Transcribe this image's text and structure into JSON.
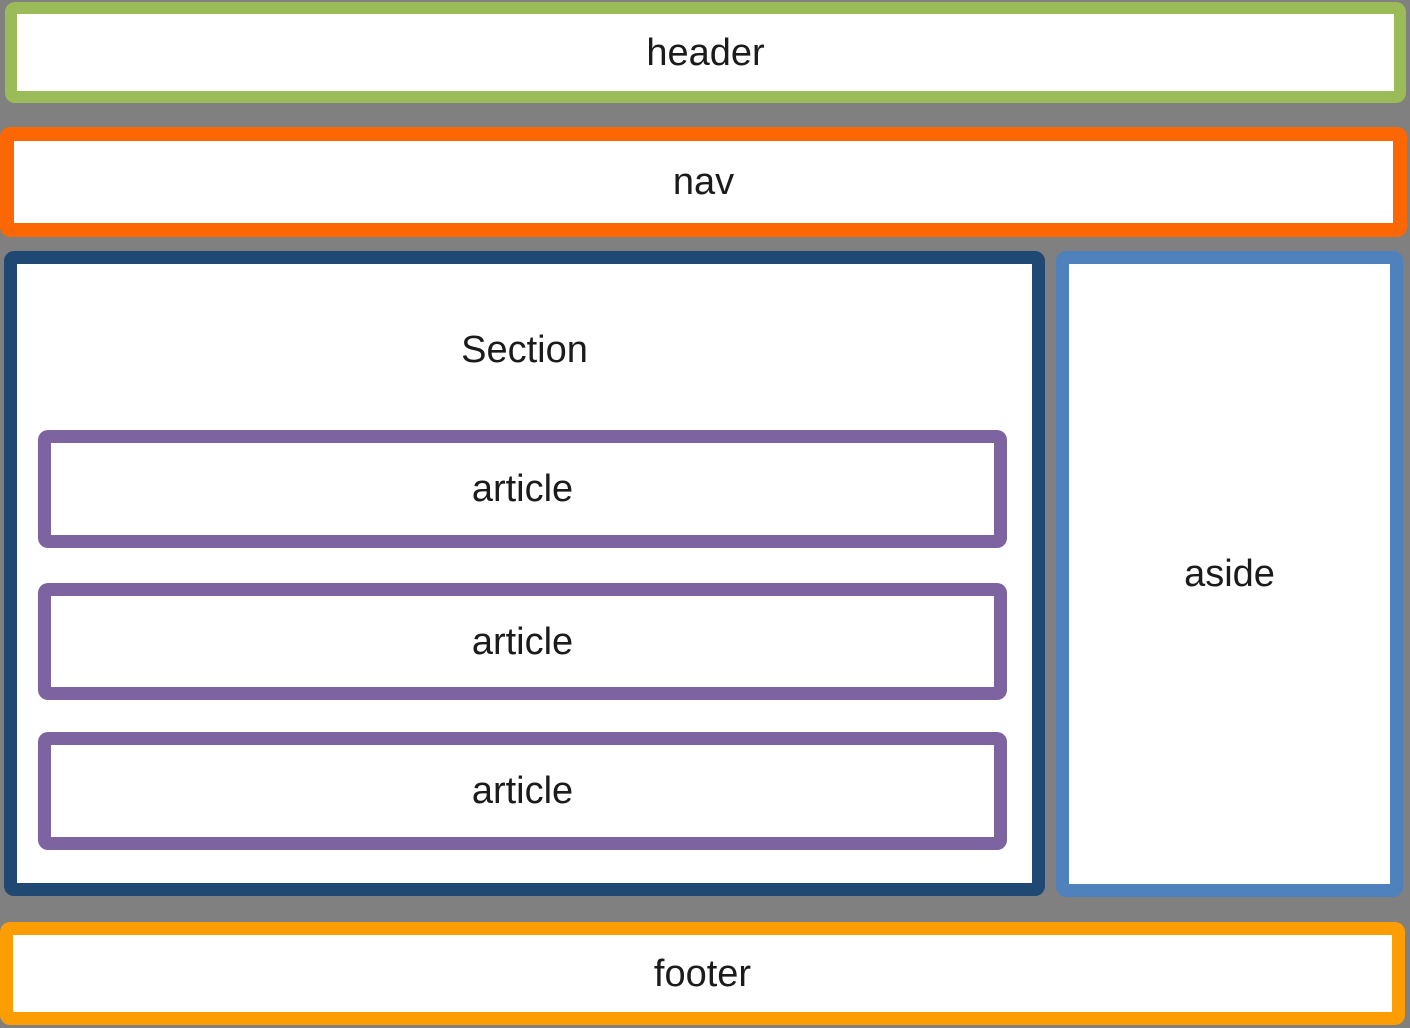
{
  "colors": {
    "background": "#808080",
    "box-fill": "#FFFFFF",
    "text": "#1B1B1B",
    "header-border": "#9BBB59",
    "nav-border": "#FD6703",
    "section-border": "#1F4873",
    "article-border": "#7E63A1",
    "aside-border": "#4F81BD",
    "footer-border": "#FC9D03"
  },
  "boxes": {
    "header": {
      "label": "header"
    },
    "nav": {
      "label": "nav"
    },
    "section": {
      "label": "Section"
    },
    "articles": [
      {
        "label": "article"
      },
      {
        "label": "article"
      },
      {
        "label": "article"
      }
    ],
    "aside": {
      "label": "aside"
    },
    "footer": {
      "label": "footer"
    }
  }
}
